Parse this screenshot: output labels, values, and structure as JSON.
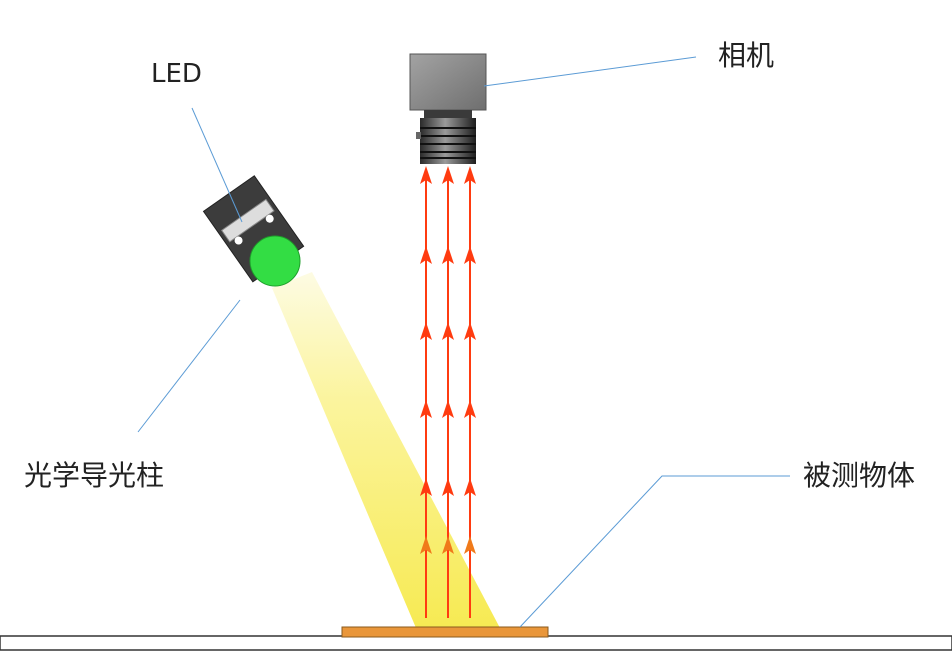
{
  "labels": {
    "led": "LED",
    "camera": "相机",
    "light_guide": "光学导光柱",
    "object": "被测物体"
  },
  "colors": {
    "leader_line": "#5b9bd5",
    "ray": "#ff3b10",
    "beam": "#fbf27a",
    "led_glow": "#33dd44",
    "object": "#e9963a",
    "camera_body": "#8e8e8e"
  }
}
